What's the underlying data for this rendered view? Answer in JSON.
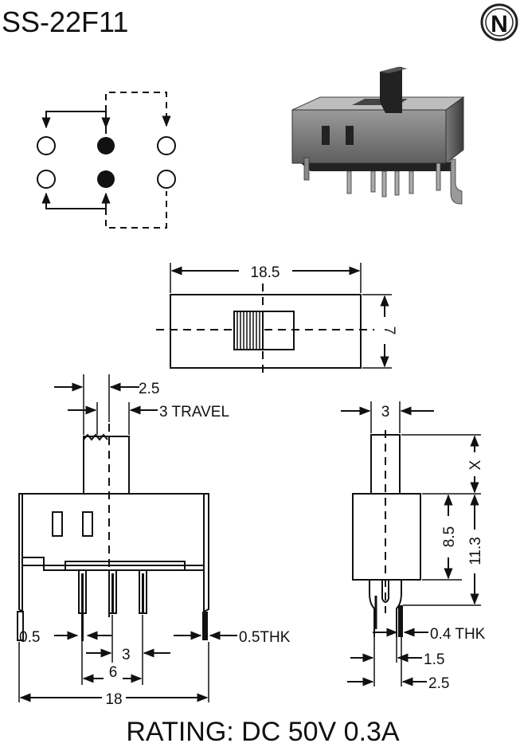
{
  "title": "SS-22F11",
  "rating": "RATING: DC 50V 0.3A",
  "logo_letter": "N",
  "top_view": {
    "width_label": "18.5",
    "height_label": "7"
  },
  "front_view": {
    "dim_2_5": "2.5",
    "travel": "3 TRAVEL",
    "pin_width": "0.5",
    "pin_thk": "0.5THK",
    "pitch_3": "3",
    "pitch_6": "6",
    "width_18": "18"
  },
  "side_view": {
    "actuator_width": "3",
    "x_label": "X",
    "h_8_5": "8.5",
    "h_11_3": "11.3",
    "thk_0_4": "0.4 THK",
    "d_1_5": "1.5",
    "d_2_5": "2.5"
  },
  "schematic": {
    "filled_contacts": [
      "middle-top",
      "middle-bottom"
    ],
    "open_contacts": [
      "left-top",
      "right-top",
      "left-bottom",
      "right-bottom"
    ]
  }
}
